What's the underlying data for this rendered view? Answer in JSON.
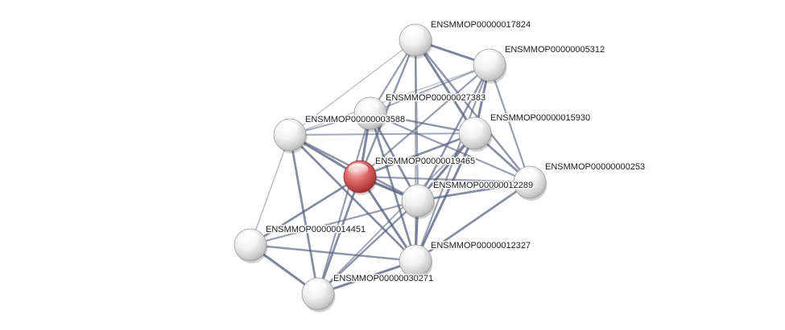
{
  "network": {
    "query_color": "#d24a4a",
    "node_color": "#e9e9e9",
    "edge_color": "#596280",
    "nodes": [
      {
        "id": "n17824",
        "label": "ENSMMOP00000017824",
        "query": false
      },
      {
        "id": "n5312",
        "label": "ENSMMOP00000005312",
        "query": false
      },
      {
        "id": "n27383",
        "label": "ENSMMOP00000027383",
        "query": false
      },
      {
        "id": "n3588",
        "label": "ENSMMOP00000003588",
        "query": false
      },
      {
        "id": "n15930",
        "label": "ENSMMOP00000015930",
        "query": false
      },
      {
        "id": "n19465",
        "label": "ENSMMOP00000019465",
        "query": true
      },
      {
        "id": "n253",
        "label": "ENSMMOP00000000253",
        "query": false
      },
      {
        "id": "n12289",
        "label": "ENSMMOP00000012289",
        "query": false
      },
      {
        "id": "n14451",
        "label": "ENSMMOP00000014451",
        "query": false
      },
      {
        "id": "n12327",
        "label": "ENSMMOP00000012327",
        "query": false
      },
      {
        "id": "n271",
        "label": "ENSMMOP00000030271",
        "query": false
      }
    ],
    "edges": [
      {
        "a": "n17824",
        "b": "n5312",
        "w": 0.9
      },
      {
        "a": "n17824",
        "b": "n27383",
        "w": 0.6
      },
      {
        "a": "n17824",
        "b": "n3588",
        "w": 0.25
      },
      {
        "a": "n17824",
        "b": "n15930",
        "w": 0.9
      },
      {
        "a": "n17824",
        "b": "n19465",
        "w": 0.7
      },
      {
        "a": "n17824",
        "b": "n253",
        "w": 0.7
      },
      {
        "a": "n17824",
        "b": "n12289",
        "w": 0.6
      },
      {
        "a": "n17824",
        "b": "n12327",
        "w": 0.4
      },
      {
        "a": "n5312",
        "b": "n27383",
        "w": 0.5
      },
      {
        "a": "n5312",
        "b": "n15930",
        "w": 0.9
      },
      {
        "a": "n5312",
        "b": "n19465",
        "w": 0.6
      },
      {
        "a": "n5312",
        "b": "n253",
        "w": 0.6
      },
      {
        "a": "n5312",
        "b": "n12289",
        "w": 0.7
      },
      {
        "a": "n5312",
        "b": "n3588",
        "w": 0.25
      },
      {
        "a": "n5312",
        "b": "n12327",
        "w": 0.6
      },
      {
        "a": "n27383",
        "b": "n3588",
        "w": 0.5
      },
      {
        "a": "n27383",
        "b": "n15930",
        "w": 0.7
      },
      {
        "a": "n27383",
        "b": "n19465",
        "w": 0.9
      },
      {
        "a": "n27383",
        "b": "n253",
        "w": 0.6
      },
      {
        "a": "n27383",
        "b": "n12289",
        "w": 0.8
      },
      {
        "a": "n27383",
        "b": "n12327",
        "w": 0.8
      },
      {
        "a": "n27383",
        "b": "n271",
        "w": 0.6
      },
      {
        "a": "n3588",
        "b": "n15930",
        "w": 0.5
      },
      {
        "a": "n3588",
        "b": "n19465",
        "w": 0.9
      },
      {
        "a": "n3588",
        "b": "n12289",
        "w": 0.7
      },
      {
        "a": "n3588",
        "b": "n14451",
        "w": 0.3
      },
      {
        "a": "n3588",
        "b": "n12327",
        "w": 0.8
      },
      {
        "a": "n3588",
        "b": "n271",
        "w": 0.8
      },
      {
        "a": "n15930",
        "b": "n19465",
        "w": 0.8
      },
      {
        "a": "n15930",
        "b": "n253",
        "w": 0.8
      },
      {
        "a": "n15930",
        "b": "n12289",
        "w": 0.9
      },
      {
        "a": "n15930",
        "b": "n12327",
        "w": 0.9
      },
      {
        "a": "n15930",
        "b": "n271",
        "w": 0.5
      },
      {
        "a": "n19465",
        "b": "n253",
        "w": 0.6
      },
      {
        "a": "n19465",
        "b": "n12289",
        "w": 1.0
      },
      {
        "a": "n19465",
        "b": "n14451",
        "w": 0.8
      },
      {
        "a": "n19465",
        "b": "n12327",
        "w": 0.9
      },
      {
        "a": "n19465",
        "b": "n271",
        "w": 0.8
      },
      {
        "a": "n253",
        "b": "n12289",
        "w": 0.8
      },
      {
        "a": "n253",
        "b": "n12327",
        "w": 0.8
      },
      {
        "a": "n12289",
        "b": "n14451",
        "w": 0.6
      },
      {
        "a": "n12289",
        "b": "n12327",
        "w": 0.9
      },
      {
        "a": "n12289",
        "b": "n271",
        "w": 0.7
      },
      {
        "a": "n14451",
        "b": "n12327",
        "w": 0.7
      },
      {
        "a": "n14451",
        "b": "n271",
        "w": 0.9
      },
      {
        "a": "n12327",
        "b": "n271",
        "w": 0.9
      }
    ]
  }
}
